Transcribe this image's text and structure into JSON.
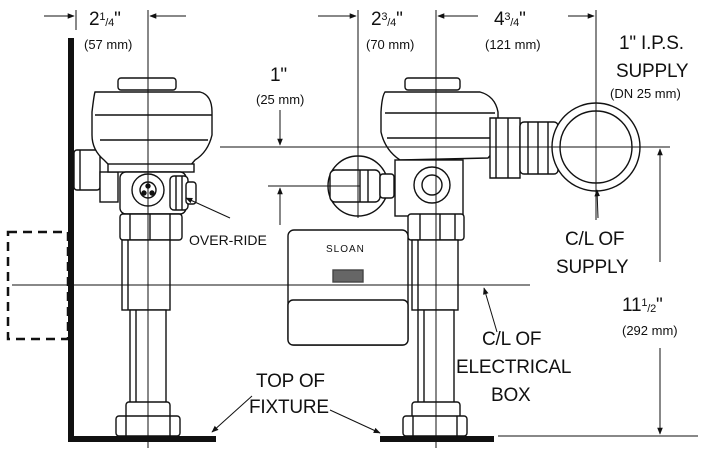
{
  "dimensions": {
    "left_width": {
      "whole": "2",
      "num": "1",
      "den": "4",
      "unit": "\"",
      "metric": "(57 mm)"
    },
    "center_offset": {
      "whole": "2",
      "num": "3",
      "den": "4",
      "unit": "\"",
      "metric": "(70 mm)"
    },
    "supply_offset": {
      "whole": "4",
      "num": "3",
      "den": "4",
      "unit": "\"",
      "metric": "(121 mm)"
    },
    "override_height": {
      "value": "1\"",
      "metric": "(25 mm)"
    },
    "supply_height": {
      "whole": "11",
      "num": "1",
      "den": "2",
      "unit": "\"",
      "metric": "(292 mm)"
    }
  },
  "labels": {
    "supply_line1": "1\" I.P.S.",
    "supply_line2": "SUPPLY",
    "supply_metric": "(DN 25 mm)",
    "override": "OVER-RIDE",
    "cl_supply_1": "C/L OF",
    "cl_supply_2": "SUPPLY",
    "cl_elec_1": "C/L OF",
    "cl_elec_2": "ELECTRICAL",
    "cl_elec_3": "BOX",
    "top_fixture_1": "TOP OF",
    "top_fixture_2": "FIXTURE",
    "brand": "SLOAN"
  }
}
